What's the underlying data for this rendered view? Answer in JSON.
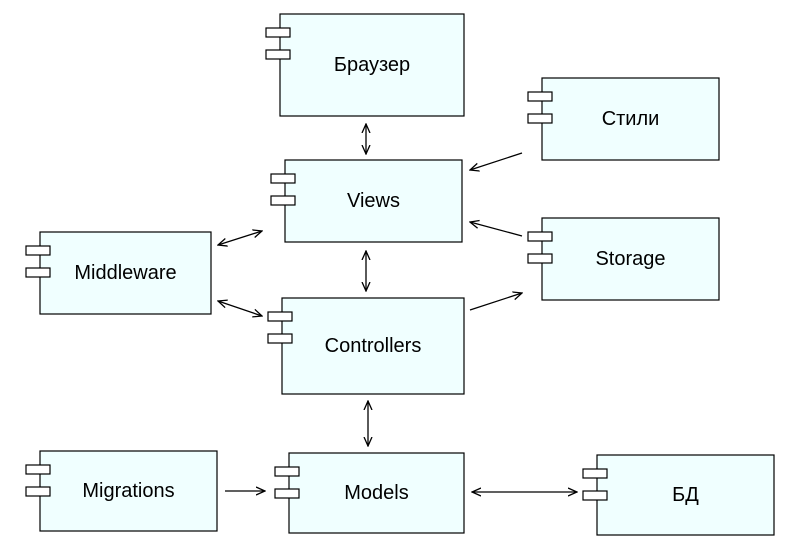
{
  "components": [
    {
      "id": "browser",
      "label": "Браузер"
    },
    {
      "id": "styles",
      "label": "Стили"
    },
    {
      "id": "views",
      "label": "Views"
    },
    {
      "id": "storage",
      "label": "Storage"
    },
    {
      "id": "middleware",
      "label": "Middleware"
    },
    {
      "id": "controllers",
      "label": "Controllers"
    },
    {
      "id": "migrations",
      "label": "Migrations"
    },
    {
      "id": "models",
      "label": "Models"
    },
    {
      "id": "db",
      "label": "БД"
    }
  ],
  "connections": [
    {
      "from": "browser",
      "to": "views",
      "bidirectional": true
    },
    {
      "from": "styles",
      "to": "views",
      "bidirectional": false
    },
    {
      "from": "storage",
      "to": "views",
      "bidirectional": false
    },
    {
      "from": "middleware",
      "to": "views",
      "bidirectional": true
    },
    {
      "from": "views",
      "to": "controllers",
      "bidirectional": true
    },
    {
      "from": "middleware",
      "to": "controllers",
      "bidirectional": true
    },
    {
      "from": "controllers",
      "to": "storage",
      "bidirectional": false
    },
    {
      "from": "controllers",
      "to": "models",
      "bidirectional": true
    },
    {
      "from": "migrations",
      "to": "models",
      "bidirectional": false
    },
    {
      "from": "models",
      "to": "db",
      "bidirectional": true
    }
  ],
  "colors": {
    "box_fill": "#f0ffff",
    "stroke": "#000000"
  }
}
